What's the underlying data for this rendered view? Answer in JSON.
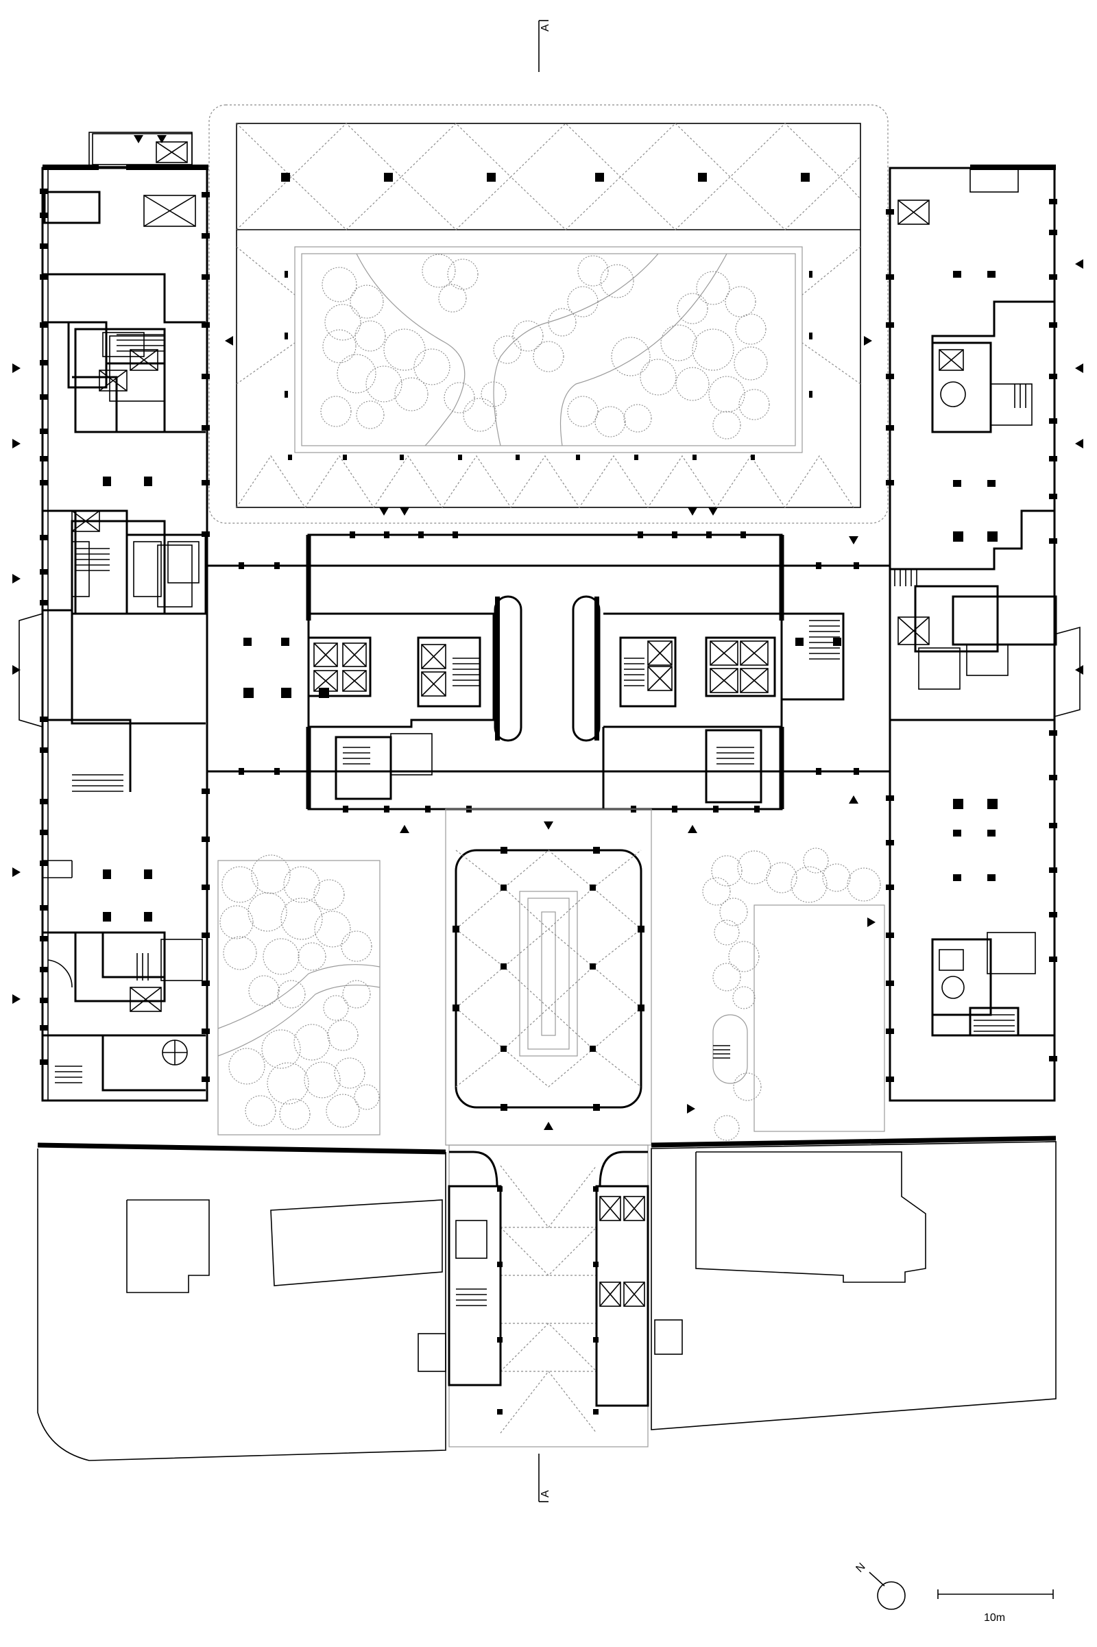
{
  "section_marker_top": "A",
  "section_marker_bottom": "A",
  "north_label": "N",
  "scale_label": "10m",
  "colors": {
    "ink": "#000000",
    "landscape": "#8a8a8a"
  }
}
